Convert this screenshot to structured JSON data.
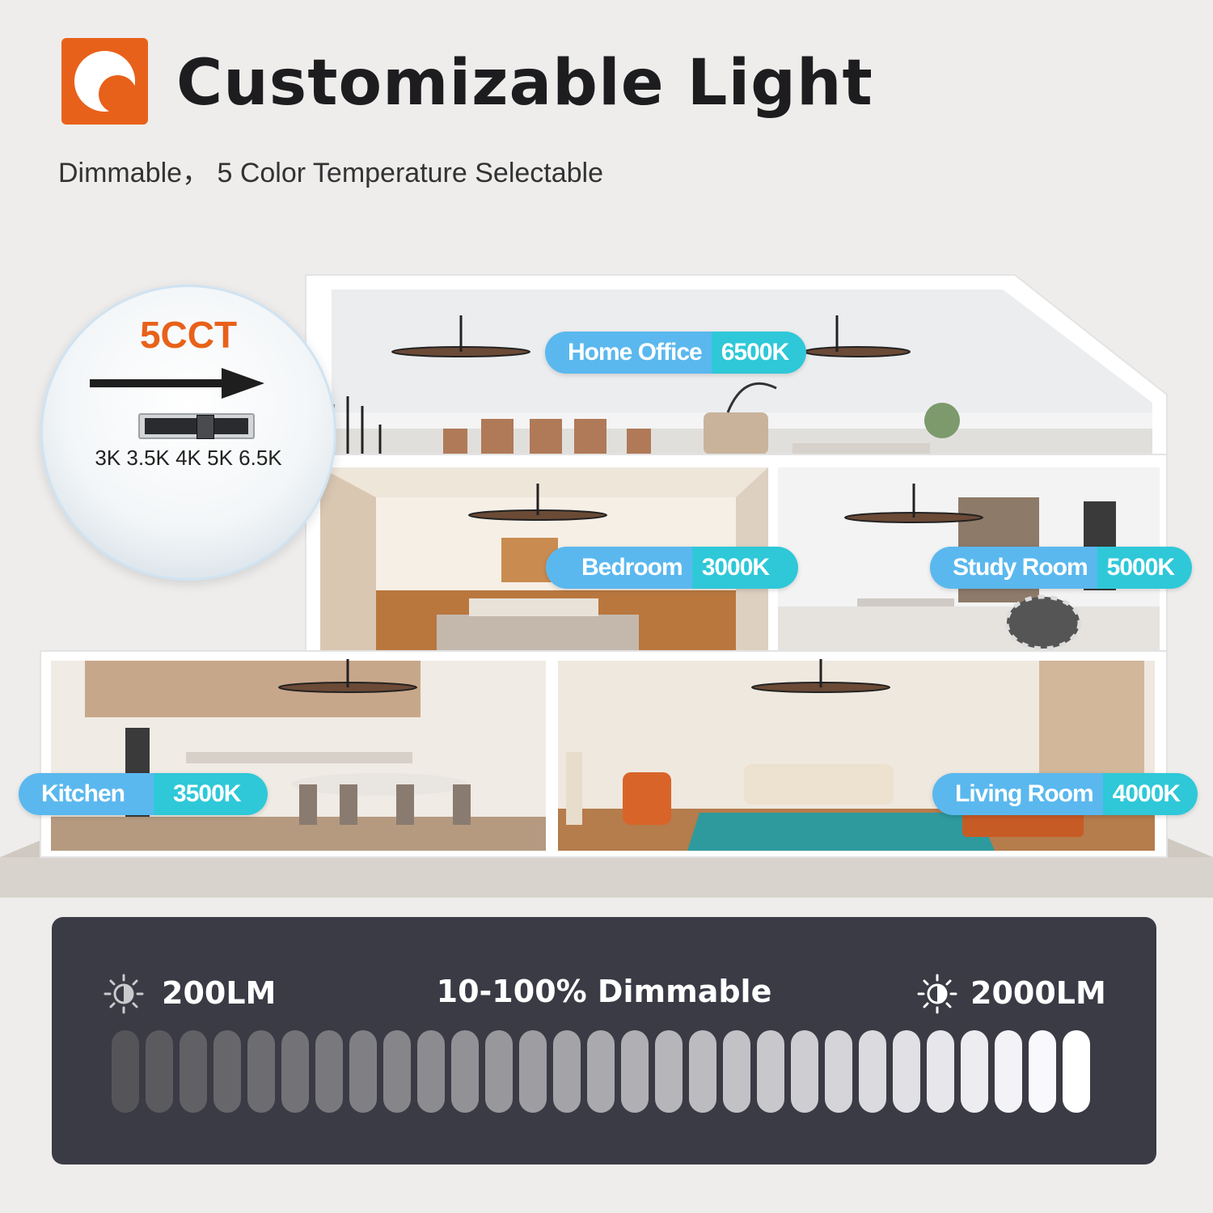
{
  "header": {
    "title": "Customizable Light",
    "subtitle": "Dimmable， 5 Color Temperature Selectable",
    "logo_icon": "ring-light-icon",
    "accent_color": "#e8611a"
  },
  "cct_zoom": {
    "title": "5CCT",
    "scale": "3K 3.5K 4K 5K 6.5K",
    "arrow_icon": "arrow-right-icon"
  },
  "rooms": [
    {
      "name": "Home Office",
      "cct": "6500K"
    },
    {
      "name": "Bedroom",
      "cct": "3000K"
    },
    {
      "name": "Study Room",
      "cct": "5000K"
    },
    {
      "name": "Kitchen",
      "cct": "3500K"
    },
    {
      "name": "Living Room",
      "cct": "4000K"
    }
  ],
  "dimming": {
    "min_label": "200LM",
    "max_label": "2000LM",
    "range_label": "10-100%  Dimmable",
    "min_icon": "dim-sun-icon",
    "max_icon": "bright-sun-icon",
    "bar_count": 29,
    "panel_color": "#3a3b45"
  }
}
